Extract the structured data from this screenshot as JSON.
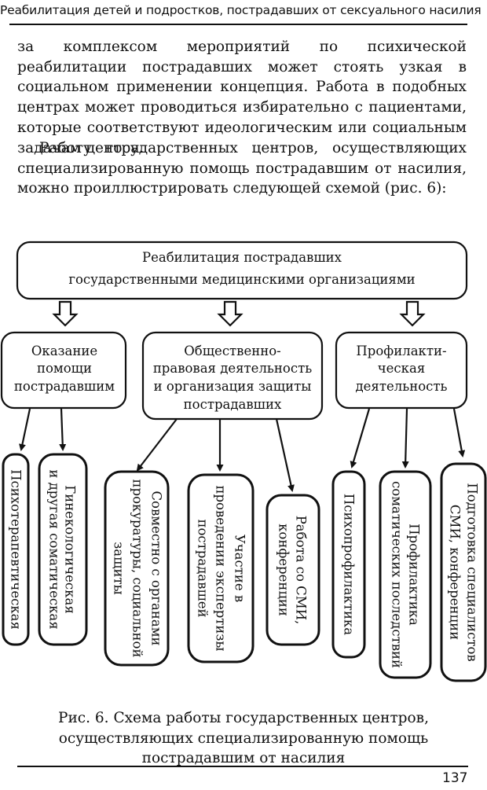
{
  "running_header": "Реабилитация детей и подростков, пострадавших от сексуального насилия",
  "paragraphs": [
    "за комплексом мероприятий по психической реабилитации пострадавших может стоять узкая в социальном применении концепция. Работа в подобных центрах может проводиться избирательно с пациентами, которые соответствуют идеологическим или социальным задачам центра.",
    "Работу государственных центров, осуществляющих специализированную помощь пострадавшим от насилия, можно проиллюстрировать следующей схемой (рис. 6):"
  ],
  "diagram": {
    "top_box": {
      "lines": [
        "Реабилитация пострадавших",
        "государственными медицинскими организациями"
      ]
    },
    "branches": [
      {
        "lines": [
          "Оказание",
          "помощи",
          "пострадавшим"
        ],
        "children": [
          {
            "lines": [
              "Психотерапевтическая"
            ]
          },
          {
            "lines": [
              "Гинекологическая",
              "и другая соматическая"
            ]
          }
        ]
      },
      {
        "lines": [
          "Общественно-",
          "правовая деятельность",
          "и организация защиты",
          "пострадавших"
        ],
        "children": [
          {
            "lines": [
              "Совместно с органами",
              "прокуратуры, социальной",
              "защиты"
            ]
          },
          {
            "lines": [
              "Участие в",
              "проведении экспертизы",
              "пострадавшей"
            ]
          },
          {
            "lines": [
              "Работа со СМИ,",
              "конференции"
            ]
          }
        ]
      },
      {
        "lines": [
          "Профилакти-",
          "ческая",
          "деятельность"
        ],
        "children": [
          {
            "lines": [
              "Психопрофилактика"
            ]
          },
          {
            "lines": [
              "Профилактика",
              "соматических последствий"
            ]
          },
          {
            "lines": [
              "Подготовка специалистов",
              "СМИ, конференции"
            ]
          }
        ]
      }
    ]
  },
  "caption": {
    "lines": [
      "Рис. 6. Схема работы государственных центров,",
      "осуществляющих специализированную помощь",
      "пострадавшим от насилия"
    ]
  },
  "page_number": "137"
}
